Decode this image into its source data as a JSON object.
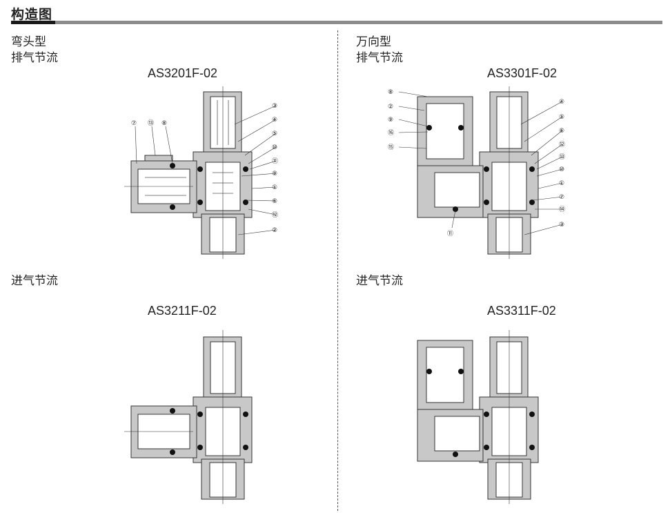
{
  "header": {
    "title": "构造图"
  },
  "panels": {
    "top_left": {
      "type": "弯头型",
      "mode": "排气节流",
      "model": "AS3201F-02",
      "callouts": [
        "⑦",
        "⑬",
        "⑧",
        "③",
        "④",
        "⑤",
        "⑩",
        "⑪",
        "⑨",
        "①",
        "⑥",
        "⑫",
        "②"
      ]
    },
    "top_right": {
      "type": "万向型",
      "mode": "排气节流",
      "model": "AS3301F-02",
      "callouts": [
        "⑧",
        "②",
        "⑨",
        "⑯",
        "⑮",
        "⑪",
        "④",
        "⑤",
        "⑥",
        "⑫",
        "⑬",
        "⑩",
        "①",
        "⑦",
        "⑭",
        "③"
      ]
    },
    "bottom_left": {
      "mode": "进气节流",
      "model": "AS3211F-02"
    },
    "bottom_right": {
      "mode": "进气节流",
      "model": "AS3311F-02"
    }
  },
  "colors": {
    "body": "#c8c8c8",
    "body_dark": "#a8a8a8",
    "seal": "#111111",
    "line": "#333333",
    "header_bar": "#8c8c8c"
  }
}
